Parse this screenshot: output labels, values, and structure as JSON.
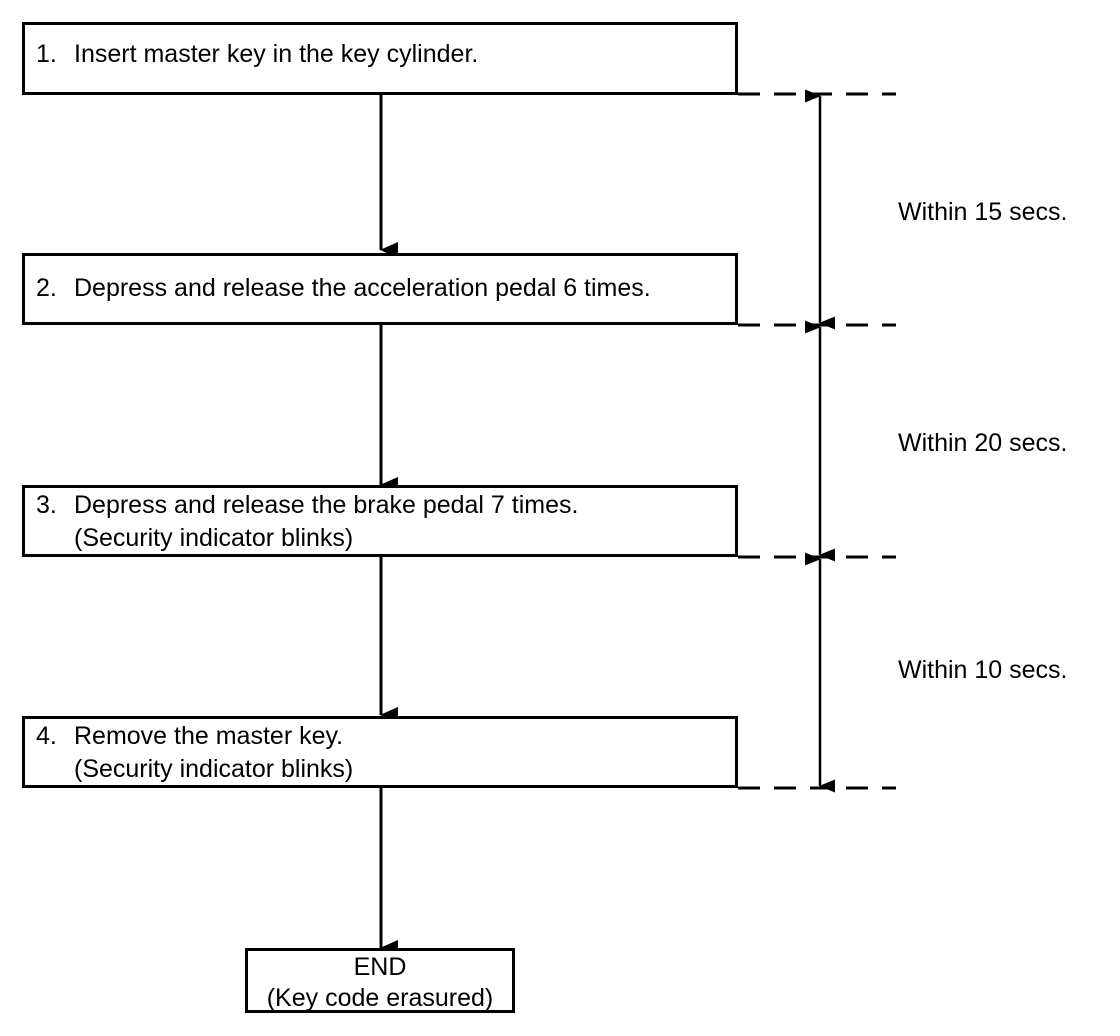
{
  "diagram": {
    "title": "Key code erasure procedure flowchart",
    "type": "flowchart",
    "ink_color": "#000000",
    "background_color": "#ffffff"
  },
  "steps": [
    {
      "number": "1.",
      "line1": "Insert master key in the key cylinder.",
      "line2": ""
    },
    {
      "number": "2.",
      "line1": "Depress and release the acceleration pedal 6 times.",
      "line2": ""
    },
    {
      "number": "3.",
      "line1": "Depress and release the brake pedal 7 times.",
      "line2": "(Security indicator blinks)"
    },
    {
      "number": "4.",
      "line1": "Remove the master key.",
      "line2": "(Security indicator blinks)"
    }
  ],
  "end_node": {
    "line1": "END",
    "line2": "(Key code erasured)"
  },
  "timings": [
    {
      "label": "Within 15 secs."
    },
    {
      "label": "Within 20 secs."
    },
    {
      "label": "Within 10 secs."
    }
  ]
}
